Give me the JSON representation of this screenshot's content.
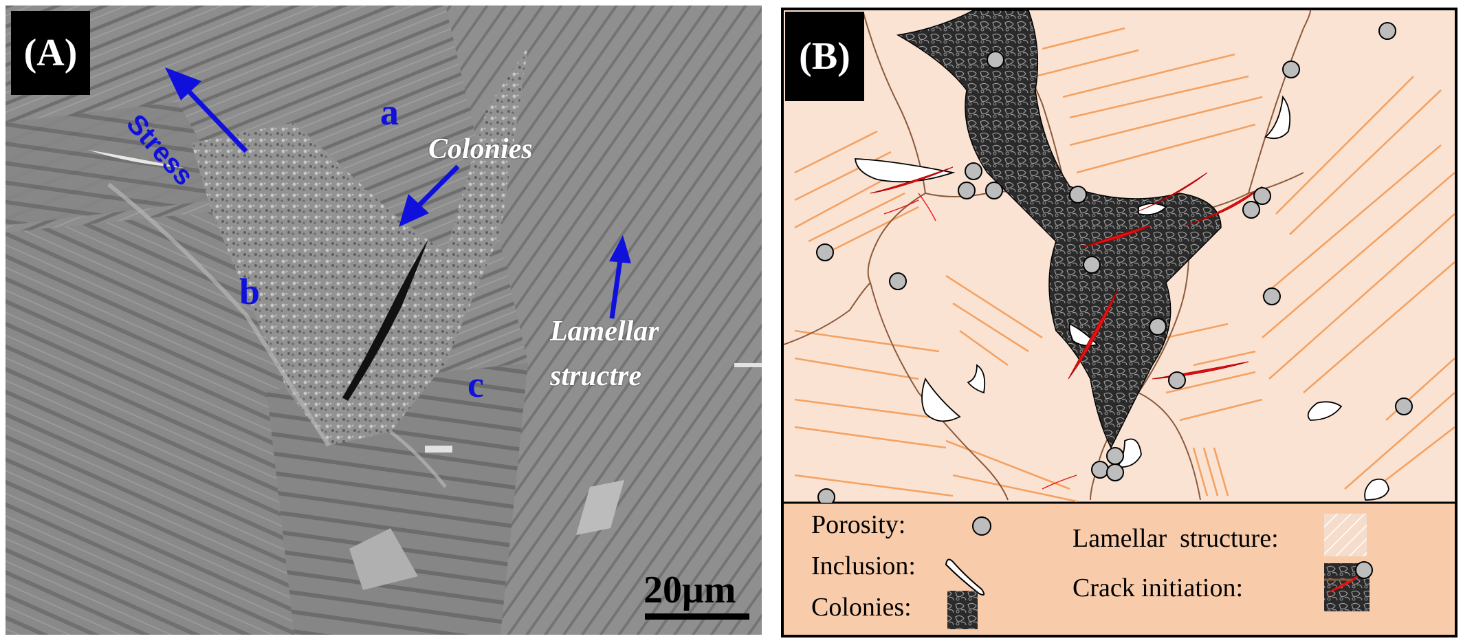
{
  "panel_a": {
    "tag": "(A)",
    "labels": {
      "a": "a",
      "b": "b",
      "c": "c"
    },
    "stress": "Stress",
    "colonies": "Colonies",
    "lamellar_line1": "Lamellar",
    "lamellar_line2": "structre",
    "scale": "20μm",
    "colors": {
      "background": "#8b8b8b",
      "arrow": "#1010dd",
      "crack": "#111111"
    }
  },
  "panel_b": {
    "tag": "(B)",
    "legend": {
      "porosity": "Porosity:",
      "inclusion": "Inclusion:",
      "colonies": "Colonies:",
      "lamellar": "Lamellar  structure:",
      "crack": "Crack initiation:"
    },
    "colors": {
      "background": "#fbe3d4",
      "legend_bg": "#f8ccab",
      "lamellae": "#f3a262",
      "grain_boundary": "#8a5a3a",
      "crack": "#e81010",
      "pore": "#bdbdbd"
    }
  }
}
